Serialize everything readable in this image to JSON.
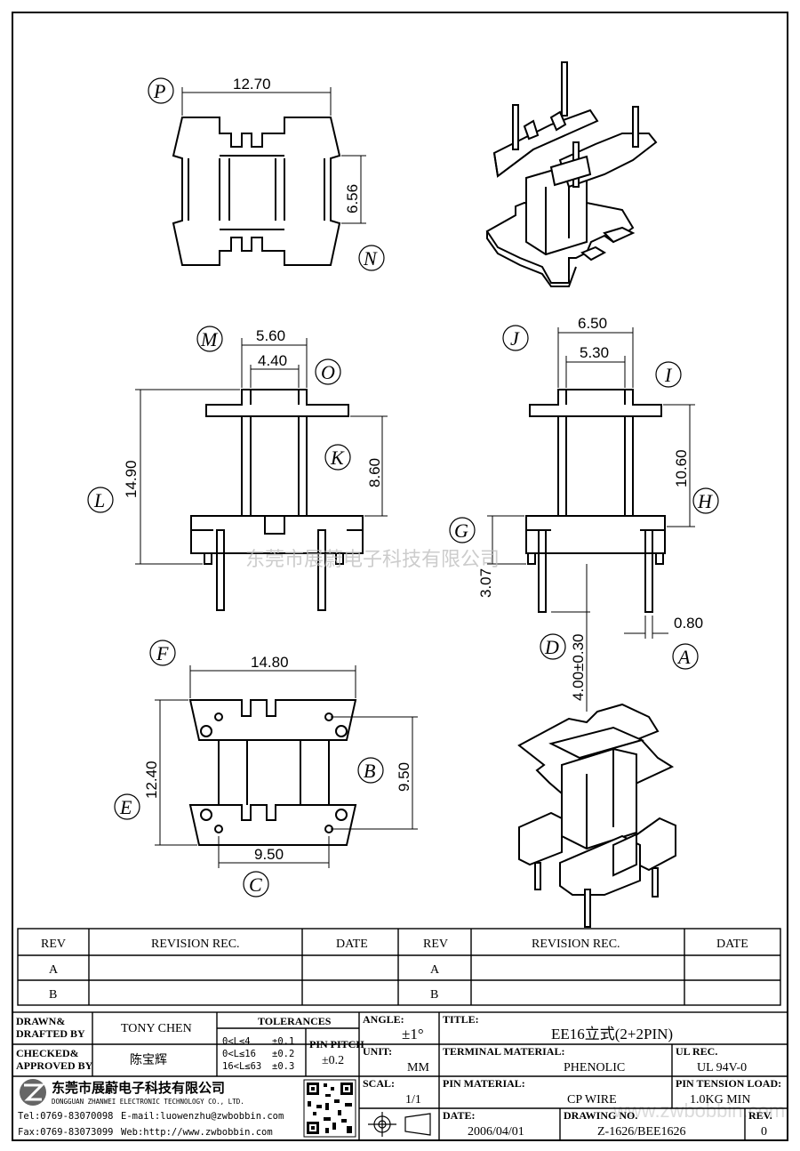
{
  "views": {
    "top": {
      "P": "P",
      "N": "N",
      "width": "12.70",
      "height": "6.56"
    },
    "front": {
      "M": "M",
      "O": "O",
      "K": "K",
      "L": "L",
      "outer": "5.60",
      "inner": "4.40",
      "total_h": "14.90",
      "body_h": "8.60"
    },
    "side": {
      "J": "J",
      "I": "I",
      "H": "H",
      "G": "G",
      "D": "D",
      "A": "A",
      "outer": "6.50",
      "inner": "5.30",
      "body_h": "10.60",
      "base_h": "3.07",
      "pin_len": "4.00±0.30",
      "pin_w": "0.80"
    },
    "bottom": {
      "F": "F",
      "B": "B",
      "E": "E",
      "C": "C",
      "width": "14.80",
      "pin_span_v": "9.50",
      "height": "12.40",
      "pin_span_h": "9.50"
    }
  },
  "watermark": "东莞市展蔚电子科技有限公司",
  "watermark2": "www.zwbobbin.com",
  "revision_table": {
    "headers": [
      "REV",
      "REVISION REC.",
      "DATE",
      "REV",
      "REVISION REC.",
      "DATE"
    ],
    "rows": [
      [
        "A",
        "",
        "",
        "A",
        "",
        ""
      ],
      [
        "B",
        "",
        "",
        "B",
        "",
        ""
      ]
    ]
  },
  "title_block": {
    "drawn_label_1": "DRAWN&",
    "drawn_label_2": "DRAFTED BY",
    "drawn_value": "TONY CHEN",
    "checked_label_1": "CHECKED&",
    "checked_label_2": "APPROVED BY",
    "checked_value": "陈宝辉",
    "tolerances_label": "TOLERANCES",
    "tol_1": "0<L≤4",
    "tol_1v": "±0.1",
    "tol_2": "0<L≤16",
    "tol_2v": "±0.2",
    "tol_3": "16<L≤63",
    "tol_3v": "±0.3",
    "pin_pitch_label": "PIN PITCH",
    "pin_pitch_value": "±0.2",
    "angle_label": "ANGLE:",
    "angle_value": "±1°",
    "unit_label": "UNIT:",
    "unit_value": "MM",
    "scale_label": "SCAL:",
    "scale_value": "1/1",
    "title_label": "TITLE:",
    "title_value": "EE16立式(2+2PIN)",
    "terminal_label": "TERMINAL MATERIAL:",
    "terminal_value": "PHENOLIC",
    "ul_label": "UL REC.",
    "ul_value": "UL 94V-0",
    "pin_material_label": "PIN MATERIAL:",
    "pin_material_value": "CP WIRE",
    "tension_label": "PIN TENSION LOAD:",
    "tension_value": "1.0KG MIN",
    "date_label": "DATE:",
    "date_value": "2006/04/01",
    "drawing_label": "DRAWING NO.",
    "drawing_value": "Z-1626/BEE1626",
    "rev_label": "REV.",
    "rev_value": "0",
    "company_cn": "东莞市展蔚电子科技有限公司",
    "company_en": "DONGGUAN ZHANWEI ELECTRONIC TECHNOLOGY CO., LTD.",
    "tel": "Tel:0769-83070098",
    "email": "E-mail:luowenzhu@zwbobbin.com",
    "fax": "Fax:0769-83073099",
    "web": "Web:http://www.zwbobbin.com"
  }
}
